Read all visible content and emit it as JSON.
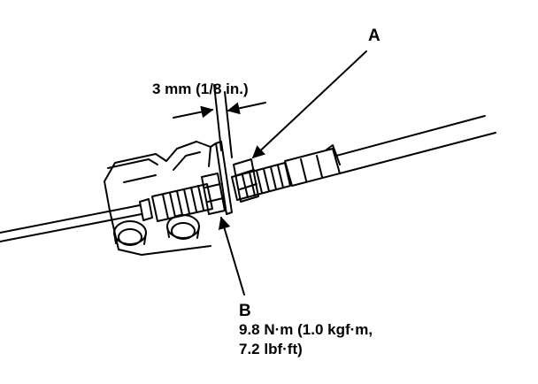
{
  "callouts": {
    "a": "A",
    "b": "B"
  },
  "measurements": {
    "clearance": "3 mm (1/8 in.)",
    "torque_line1": "9.8 N·m (1.0 kgf·m,",
    "torque_line2": "7.2 lbf·ft)"
  },
  "colors": {
    "ink": "#000000",
    "paper": "#ffffff"
  }
}
